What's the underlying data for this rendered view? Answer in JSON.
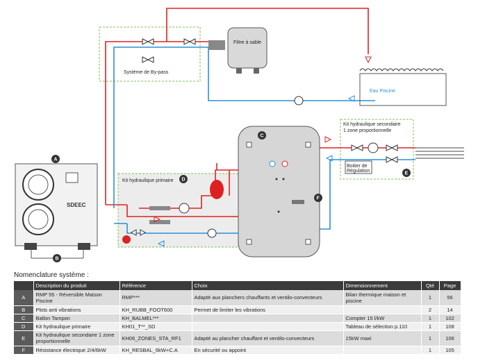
{
  "diagram": {
    "labels": {
      "filtre": "Filtre à sable",
      "bypass": "Système de By-pass",
      "piscine": "Eau Piscine",
      "kit_primaire": "Kit hydraulique primaire",
      "kit_secondaire_1": "Kit hydraulique secondaire",
      "kit_secondaire_2": "1 zone proportionnelle",
      "boitier_1": "Boitier de",
      "boitier_2": "Régulation",
      "brand": "SDEEC"
    },
    "badges": [
      "A",
      "B",
      "C",
      "D",
      "E",
      "F"
    ],
    "colors": {
      "hot": "#e02020",
      "cold": "#2a8fd6",
      "dashed_box": "#7cc04a"
    }
  },
  "nomenclature": {
    "title": "Nomenclature système :",
    "headers": [
      "",
      "Description du produit",
      "Référence",
      "Choix",
      "Dimensionnement",
      "Qté",
      "Page"
    ],
    "rows": [
      {
        "letter": "A",
        "desc": "RMP 55 - Réversible Maison Piscine",
        "ref": "RMP***",
        "choix": "Adapté aux planchers chauffants et ventilo-convecteurs",
        "dim": "Bilan thermique maison et piscine",
        "qte": "1",
        "page": "56"
      },
      {
        "letter": "B",
        "desc": "Plots anti vibrations",
        "ref": "KH_RUBB_FOOT600",
        "choix": "Permet de limiter les vibrations",
        "dim": "",
        "qte": "2",
        "page": "14"
      },
      {
        "letter": "C",
        "desc": "Ballon Tampon",
        "ref": "KH_BALMEL***",
        "choix": "",
        "dim": "Compter 15 l/kW",
        "qte": "1",
        "page": "102"
      },
      {
        "letter": "D",
        "desc": "Kit hydraulique primaire",
        "ref": "KH01_T**_SD",
        "choix": "",
        "dim": "Tableau de sélection p.110",
        "qte": "1",
        "page": "108"
      },
      {
        "letter": "E",
        "desc": "Kit hydraulique secondaire 1 zone proportionnelle",
        "ref": "KH06_ZONES_STA_RF1",
        "choix": "Adapté au plancher chauffant et ventilo-convecteurs",
        "dim": "15kW maxi",
        "qte": "1",
        "page": "106"
      },
      {
        "letter": "F",
        "desc": "Résistance électrique 2/4/6kW",
        "ref": "KH_RESBAL_6kW+C.A",
        "choix": "En sécurité ou appoint",
        "dim": "",
        "qte": "1",
        "page": "105"
      }
    ]
  }
}
